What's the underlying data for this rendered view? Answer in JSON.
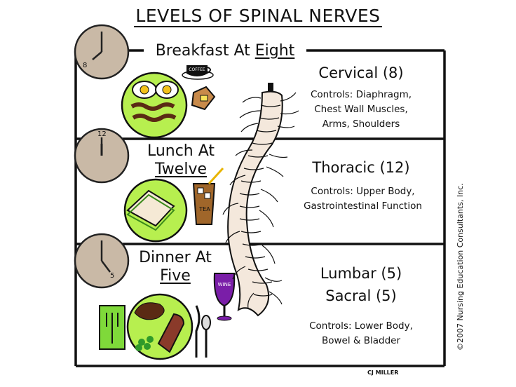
{
  "title": "LEVELS OF SPINAL NERVES",
  "meals": [
    {
      "prefix": "Breakfast At ",
      "time": "Eight",
      "clock_label": "8"
    },
    {
      "prefix": "Lunch At",
      "time": "Twelve",
      "clock_label": "12"
    },
    {
      "prefix": "Dinner At",
      "time": "Five",
      "clock_label": "5"
    }
  ],
  "regions": [
    {
      "name": "Cervical (8)",
      "controls": [
        "Controls: Diaphragm,",
        "Chest Wall Muscles,",
        "Arms, Shoulders"
      ]
    },
    {
      "name": "Thoracic (12)",
      "controls": [
        "Controls: Upper Body,",
        "Gastrointestinal Function"
      ]
    },
    {
      "name": "Lumbar (5)",
      "name2": "Sacral (5)",
      "controls": [
        "Controls: Lower Body,",
        "Bowel & Bladder"
      ]
    }
  ],
  "food_labels": {
    "coffee": "COFFEE",
    "tea": "TEA",
    "wine": "WINE"
  },
  "copyright": "©2007 Nursing Education Consultants, Inc.",
  "artist": "CJ MILLER",
  "colors": {
    "lime": "#b7ef4f",
    "clock": "#c9b9a6",
    "spine": "#f4e8dc",
    "wine": "#7a1ea8",
    "napkin": "#7fd93a"
  }
}
